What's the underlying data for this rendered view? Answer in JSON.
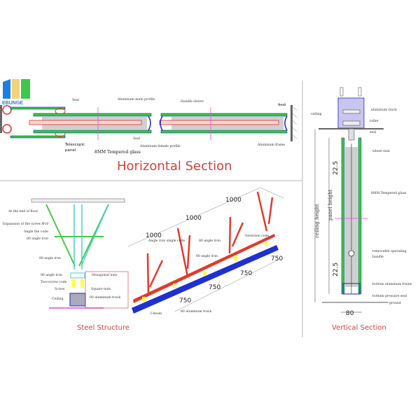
{
  "logo": {
    "brand": "EBUNGE"
  },
  "horizontal_section": {
    "title": "Horizontal Section",
    "labels": {
      "seal_left": "Seal",
      "male_profile": "Aluminum male profile",
      "handle_sleeve": "Handle sleeve",
      "seal_right": "Seal",
      "telescopic_panel_1": "Telescopic",
      "telescopic_panel_2": "panel",
      "glass": "8MM Tempered glass",
      "seal_bottom": "Seal",
      "female_profile": "Aluminum female profile",
      "frame": "Aluminum frame"
    }
  },
  "vertical_section": {
    "title": "Vertical Section",
    "labels": {
      "ceiling": "ceiling",
      "track": "aluminum track",
      "roller": "roller",
      "seal": "seal",
      "wheel_seat": "wheel seat",
      "glass": "8MM Tempered glass",
      "handle_1": "removable operating",
      "handle_2": "handle",
      "bottom_frame": "bottom aluminum frame",
      "bottom_seal": "bottom pressure seal",
      "ground": "ground"
    },
    "dimensions": {
      "top_gap": "22.5",
      "bottom_gap": "22.5",
      "ceiling_height": "ceiling height",
      "panel_height": "panel height",
      "width": "80"
    }
  },
  "steel_structure": {
    "title": "Steel Structure",
    "labels": {
      "floor_end": "At the end of floor",
      "expansion_screw": "Expansion of the screw Φ10",
      "angle_code": "Angle the code",
      "angle_iron_1": "80 angle iron",
      "angle_iron_2": "80 angle iron",
      "angle_iron_3": "80 angle iron",
      "hex_nuts": "Hexagonal nuts",
      "two_screw_code": "Two-screw code",
      "screw": "Screw",
      "square_nuts": "Square nuts",
      "track": "80 aluminum track",
      "ceiling": "Ceiling"
    },
    "iso": {
      "spacing_top": [
        "1000",
        "1000",
        "1000"
      ],
      "spacing_bottom": [
        "750",
        "750",
        "750",
        "750"
      ],
      "single_code": "Angle iron single code",
      "angle_iron_a": "80 angle iron",
      "angle_iron_b": "80 angle iron",
      "inversion_code": "Inversion code",
      "track": "80 aluminum track",
      "ibeam": "I-beam"
    }
  },
  "colors": {
    "glass": "#2fbf3a",
    "frame": "#2233cc",
    "steel": "#e23a2a",
    "title": "#d8403c",
    "track": "#2030d0"
  }
}
